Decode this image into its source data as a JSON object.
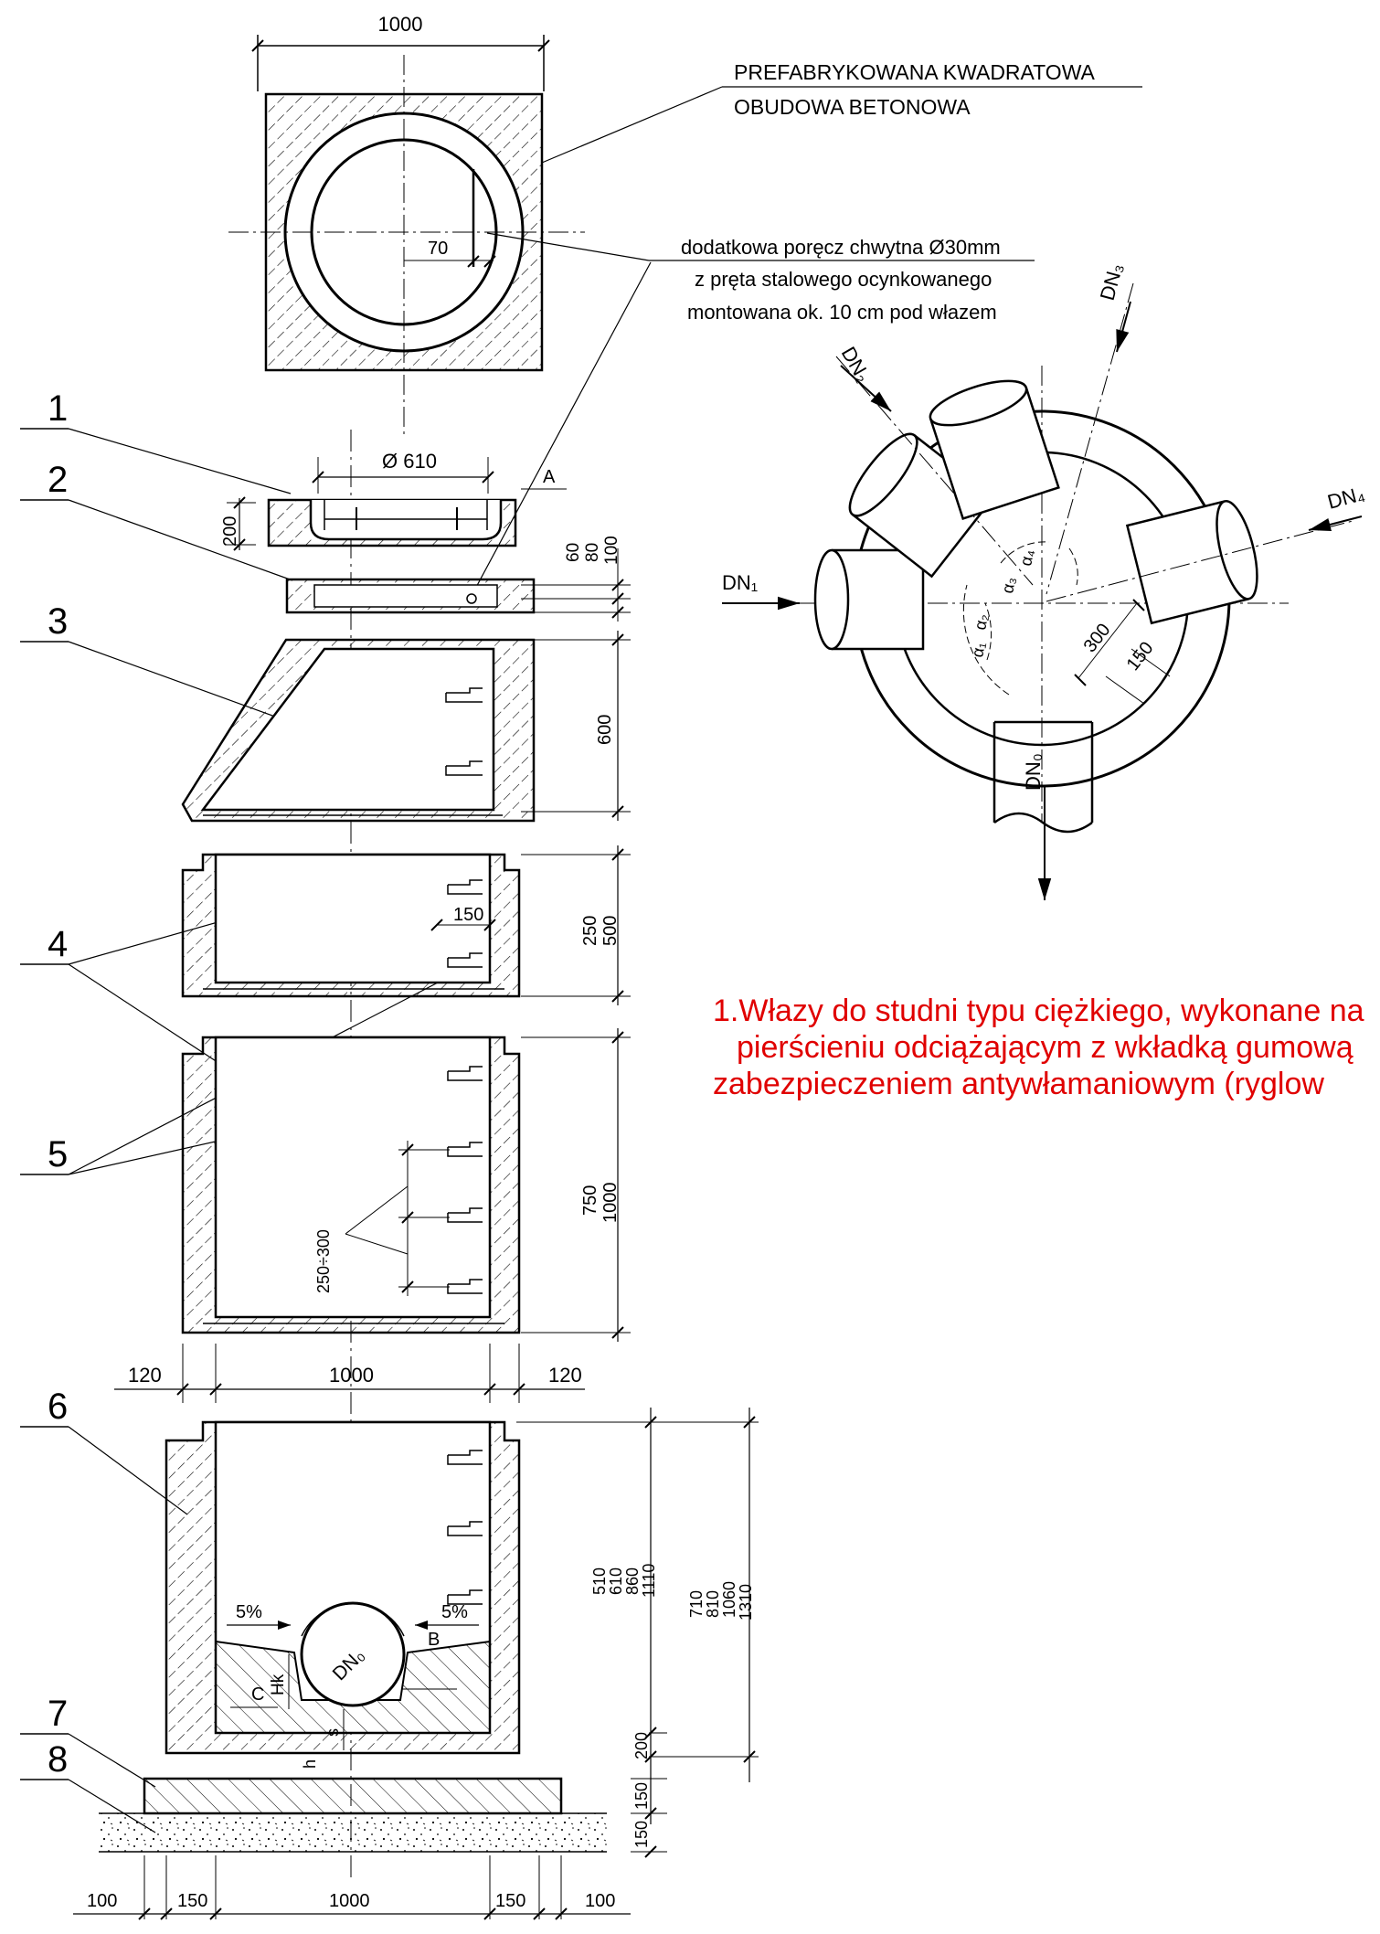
{
  "top_view": {
    "dim_width": "1000",
    "dim_handrail": "70",
    "casing_label_1": "PREFABRYKOWANA KWADRATOWA",
    "casing_label_2": "OBUDOWA BETONOWA",
    "handrail_label_1": "dodatkowa poręcz chwytna Ø30mm",
    "handrail_label_2": "z pręta stalowego ocynkowanego",
    "handrail_label_3": "montowana ok. 10 cm pod włazem"
  },
  "items": [
    "1",
    "2",
    "3",
    "4",
    "5",
    "6",
    "7",
    "8"
  ],
  "section": {
    "dim_manhole_dia": "Ø 610",
    "dim_A": "A",
    "dim_200_top": "200",
    "dim_ring_60": "60",
    "dim_ring_80": "80",
    "dim_ring_100": "100",
    "dim_cone_600": "600",
    "dim_ring_250": "250",
    "dim_ring_500": "500",
    "dim_step_150": "150",
    "dim_ring_750": "750",
    "dim_ring_1000": "1000",
    "dim_step_spacing": "250÷300",
    "dim_wall_left": "120",
    "dim_inner": "1000",
    "dim_wall_right": "120",
    "dim_base_h1": "510",
    "dim_base_h2": "610",
    "dim_base_h3": "860",
    "dim_base_h4": "1110",
    "dim_total_1": "710",
    "dim_total_2": "810",
    "dim_total_3": "1060",
    "dim_total_4": "1310",
    "dim_bottom_200": "200",
    "dim_slab_150": "150",
    "dim_sub_150": "150",
    "slope_left": "5%",
    "slope_right": "5%",
    "label_DN0": "DN₀",
    "label_Hk": "Hk",
    "label_B": "B",
    "label_C": "C",
    "label_s": "s",
    "label_h": "h",
    "bot_100_left": "100",
    "bot_150_left": "150",
    "bot_1000": "1000",
    "bot_150_right": "150",
    "bot_100_right": "100"
  },
  "plan_view": {
    "DN0": "DN₀",
    "DN1": "DN₁",
    "DN2": "DN₂",
    "DN3": "DN₃",
    "DN4": "DN₄",
    "a1": "α₁",
    "a2": "α₂",
    "a3": "α₃",
    "a4": "α₄",
    "dim_300": "300",
    "dim_150": "150"
  },
  "note": {
    "line1": "1.Włazy do studni typu ciężkiego, wykonane na",
    "line2": "pierścieniu odciążającym z wkładką gumową",
    "line3": "zabezpieczeniem antywłamaniowym (ryglow"
  }
}
